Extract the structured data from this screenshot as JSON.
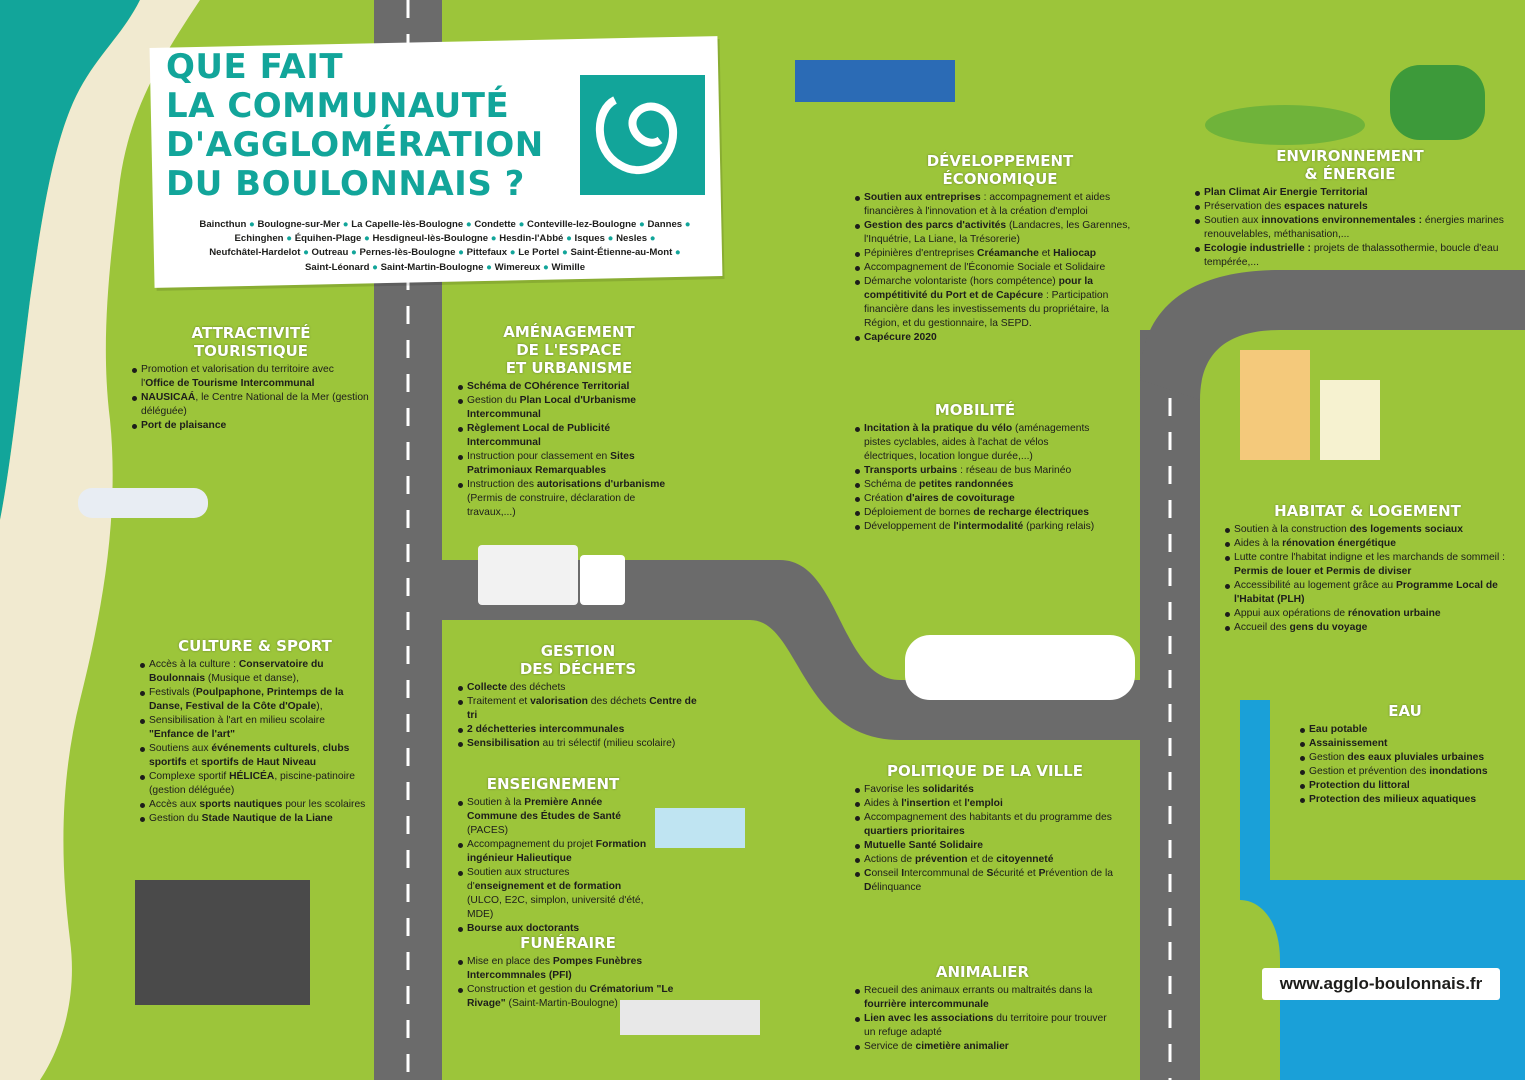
{
  "title_lines": [
    "QUE FAIT",
    "LA COMMUNAUTÉ",
    "D'AGGLOMÉRATION",
    "DU BOULONNAIS ?"
  ],
  "towns": [
    "Baincthun",
    "Boulogne-sur-Mer",
    "La Capelle-lès-Boulogne",
    "Condette",
    "Conteville-lez-Boulogne",
    "Dannes",
    "Echinghen",
    "Équihen-Plage",
    "Hesdigneul-lès-Boulogne",
    "Hesdin-l'Abbé",
    "Isques",
    "Nesles",
    "Neufchâtel-Hardelot",
    "Outreau",
    "Pernes-lès-Boulogne",
    "Pittefaux",
    "Le Portel",
    "Saint-Étienne-au-Mont",
    "Saint-Léonard",
    "Saint-Martin-Boulogne",
    "Wimereux",
    "Wimille"
  ],
  "website": "www.agglo-boulonnais.fr",
  "colors": {
    "grass": "#9cc53a",
    "teal": "#12a59a",
    "road": "#6b6b6b",
    "sand": "#f1ead0",
    "water": "#1aa0d8"
  },
  "sections": {
    "attractivite": {
      "title": [
        "ATTRACTIVITÉ",
        "TOURISTIQUE"
      ],
      "items": [
        [
          {
            "t": "Promotion et valorisation du territoire avec l'"
          },
          {
            "t": "Office de Tourisme Intercommunal",
            "b": true
          }
        ],
        [
          {
            "t": "NAUSICAÁ",
            "b": true
          },
          {
            "t": ", le Centre National de la Mer (gestion déléguée)"
          }
        ],
        [
          {
            "t": "Port de plaisance",
            "b": true
          }
        ]
      ]
    },
    "culture": {
      "title": [
        "CULTURE & SPORT"
      ],
      "items": [
        [
          {
            "t": "Accès à la culture : "
          },
          {
            "t": "Conservatoire du Boulonnais",
            "b": true
          },
          {
            "t": " (Musique et danse),"
          }
        ],
        [
          {
            "t": "Festivals ("
          },
          {
            "t": "Poulpaphone, Printemps de la Danse, Festival de la Côte d'Opale",
            "b": true
          },
          {
            "t": "),"
          }
        ],
        [
          {
            "t": "Sensibilisation à l'art en milieu scolaire "
          },
          {
            "t": "\"Enfance de l'art\"",
            "b": true
          }
        ],
        [
          {
            "t": "Soutiens aux "
          },
          {
            "t": "événements culturels",
            "b": true
          },
          {
            "t": ", "
          },
          {
            "t": "clubs sportifs",
            "b": true
          },
          {
            "t": " et "
          },
          {
            "t": "sportifs de Haut Niveau",
            "b": true
          }
        ],
        [
          {
            "t": "Complexe sportif "
          },
          {
            "t": "HÉLICÉA",
            "b": true
          },
          {
            "t": ", piscine-patinoire (gestion déléguée)"
          }
        ],
        [
          {
            "t": "Accès aux "
          },
          {
            "t": "sports nautiques",
            "b": true
          },
          {
            "t": " pour les scolaires"
          }
        ],
        [
          {
            "t": "Gestion du "
          },
          {
            "t": "Stade Nautique de la Liane",
            "b": true
          }
        ]
      ]
    },
    "amenagement": {
      "title": [
        "AMÉNAGEMENT",
        "DE L'ESPACE",
        "ET URBANISME"
      ],
      "items": [
        [
          {
            "t": "Schéma de COhérence Territorial",
            "b": true
          }
        ],
        [
          {
            "t": "Gestion du "
          },
          {
            "t": "Plan Local d'Urbanisme Intercommunal",
            "b": true
          }
        ],
        [
          {
            "t": "Règlement Local de Publicité Intercommunal",
            "b": true
          }
        ],
        [
          {
            "t": "Instruction pour classement en "
          },
          {
            "t": "Sites Patrimoniaux Remarquables",
            "b": true
          }
        ],
        [
          {
            "t": "Instruction des "
          },
          {
            "t": "autorisations d'urbanisme",
            "b": true
          },
          {
            "t": " (Permis de construire, déclaration de travaux,...)"
          }
        ]
      ]
    },
    "dechets": {
      "title": [
        "GESTION",
        "DES DÉCHETS"
      ],
      "items": [
        [
          {
            "t": "Collecte",
            "b": true
          },
          {
            "t": " des déchets"
          }
        ],
        [
          {
            "t": "Traitement et "
          },
          {
            "t": "valorisation",
            "b": true
          },
          {
            "t": " des déchets "
          },
          {
            "t": "Centre de tri",
            "b": true
          }
        ],
        [
          {
            "t": "2 déchetteries intercommunales",
            "b": true
          }
        ],
        [
          {
            "t": "Sensibilisation",
            "b": true
          },
          {
            "t": " au tri sélectif (milieu scolaire)"
          }
        ]
      ]
    },
    "enseignement": {
      "title": [
        "ENSEIGNEMENT"
      ],
      "items": [
        [
          {
            "t": "Soutien à la "
          },
          {
            "t": "Première Année Commune des Études de Santé",
            "b": true
          },
          {
            "t": " (PACES)"
          }
        ],
        [
          {
            "t": "Accompagnement du projet "
          },
          {
            "t": "Formation ingénieur Halieutique",
            "b": true
          }
        ],
        [
          {
            "t": "Soutien aux structures d'"
          },
          {
            "t": "enseignement et de formation",
            "b": true
          },
          {
            "t": " (ULCO, E2C, simplon, université d'été, MDE)"
          }
        ],
        [
          {
            "t": "Bourse aux doctorants",
            "b": true
          }
        ]
      ]
    },
    "funeraire": {
      "title": [
        "FUNÉRAIRE"
      ],
      "items": [
        [
          {
            "t": "Mise en place des "
          },
          {
            "t": "Pompes Funèbres Intercommnales (PFI)",
            "b": true
          }
        ],
        [
          {
            "t": "Construction et gestion du "
          },
          {
            "t": "Crématorium \"Le Rivage\"",
            "b": true
          },
          {
            "t": " (Saint-Martin-Boulogne)"
          }
        ]
      ]
    },
    "developpement": {
      "title": [
        "DÉVELOPPEMENT",
        "ÉCONOMIQUE"
      ],
      "items": [
        [
          {
            "t": "Soutien aux entreprises",
            "b": true
          },
          {
            "t": " : accompagnement et aides financières à l'innovation et à la création d'emploi"
          }
        ],
        [
          {
            "t": "Gestion des parcs d'activités",
            "b": true
          },
          {
            "t": " (Landacres, les Garennes, l'Inquétrie, La Liane, la Trésorerie)"
          }
        ],
        [
          {
            "t": "Pépinières d'entreprises "
          },
          {
            "t": "Créamanche",
            "b": true
          },
          {
            "t": " et "
          },
          {
            "t": "Haliocap",
            "b": true
          }
        ],
        [
          {
            "t": "Accompagnement de l'Économie Sociale et Solidaire"
          }
        ],
        [
          {
            "t": "Démarche volontariste (hors compétence) "
          },
          {
            "t": "pour la compétitivité du Port et de Capécure",
            "b": true
          },
          {
            "t": " : Participation financière dans les investissements du propriétaire, la Région, et du gestionnaire, la SEPD."
          }
        ],
        [
          {
            "t": "Capécure 2020",
            "b": true
          }
        ]
      ]
    },
    "mobilite": {
      "title": [
        "MOBILITÉ"
      ],
      "items": [
        [
          {
            "t": "Incitation à la pratique du vélo",
            "b": true
          },
          {
            "t": " (aménagements pistes cyclables, aides à l'achat de vélos électriques, location longue durée,...)"
          }
        ],
        [
          {
            "t": "Transports urbains",
            "b": true
          },
          {
            "t": " : réseau de bus Marinéo"
          }
        ],
        [
          {
            "t": "Schéma de "
          },
          {
            "t": "petites randonnées",
            "b": true
          }
        ],
        [
          {
            "t": "Création "
          },
          {
            "t": "d'aires de covoiturage",
            "b": true
          }
        ],
        [
          {
            "t": "Déploiement de bornes "
          },
          {
            "t": "de recharge électriques",
            "b": true
          }
        ],
        [
          {
            "t": "Développement de "
          },
          {
            "t": "l'intermodalité",
            "b": true
          },
          {
            "t": " (parking relais)"
          }
        ]
      ]
    },
    "politique": {
      "title": [
        "POLITIQUE DE LA VILLE"
      ],
      "items": [
        [
          {
            "t": "Favorise les "
          },
          {
            "t": "solidarités",
            "b": true
          }
        ],
        [
          {
            "t": "Aides à "
          },
          {
            "t": "l'insertion",
            "b": true
          },
          {
            "t": " et "
          },
          {
            "t": "l'emploi",
            "b": true
          }
        ],
        [
          {
            "t": "Accompagnement des habitants et du programme des "
          },
          {
            "t": "quartiers prioritaires",
            "b": true
          }
        ],
        [
          {
            "t": "Mutuelle Santé Solidaire",
            "b": true
          }
        ],
        [
          {
            "t": "Actions de "
          },
          {
            "t": "prévention",
            "b": true
          },
          {
            "t": " et de "
          },
          {
            "t": "citoyenneté",
            "b": true
          }
        ],
        [
          {
            "t": "C",
            "b": true
          },
          {
            "t": "onseil "
          },
          {
            "t": "I",
            "b": true
          },
          {
            "t": "ntercommunal de "
          },
          {
            "t": "S",
            "b": true
          },
          {
            "t": "écurité et "
          },
          {
            "t": "P",
            "b": true
          },
          {
            "t": "révention de la "
          },
          {
            "t": "D",
            "b": true
          },
          {
            "t": "élinquance"
          }
        ]
      ]
    },
    "animalier": {
      "title": [
        "ANIMALIER"
      ],
      "items": [
        [
          {
            "t": "Recueil des animaux errants ou maltraités dans la "
          },
          {
            "t": "fourrière intercommunale",
            "b": true
          }
        ],
        [
          {
            "t": "Lien avec les associations",
            "b": true
          },
          {
            "t": " du territoire pour trouver un refuge adapté"
          }
        ],
        [
          {
            "t": "Service de "
          },
          {
            "t": "cimetière animalier",
            "b": true
          }
        ]
      ]
    },
    "environnement": {
      "title": [
        "ENVIRONNEMENT",
        "& ÉNERGIE"
      ],
      "items": [
        [
          {
            "t": "Plan Climat Air Energie Territorial",
            "b": true
          }
        ],
        [
          {
            "t": "Préservation des "
          },
          {
            "t": "espaces naturels",
            "b": true
          }
        ],
        [
          {
            "t": "Soutien aux "
          },
          {
            "t": "innovations environnementales :",
            "b": true
          },
          {
            "t": " énergies marines renouvelables, méthanisation,..."
          }
        ],
        [
          {
            "t": "Ecologie industrielle :",
            "b": true
          },
          {
            "t": " projets de thalassothermie, boucle d'eau tempérée,..."
          }
        ]
      ]
    },
    "habitat": {
      "title": [
        "HABITAT & LOGEMENT"
      ],
      "items": [
        [
          {
            "t": "Soutien à la construction "
          },
          {
            "t": "des logements sociaux",
            "b": true
          }
        ],
        [
          {
            "t": "Aides à la "
          },
          {
            "t": "rénovation énergétique",
            "b": true
          }
        ],
        [
          {
            "t": "Lutte contre l'habitat indigne et les marchands de sommeil : "
          },
          {
            "t": "Permis de louer et Permis de diviser",
            "b": true
          }
        ],
        [
          {
            "t": "Accessibilité au logement grâce au "
          },
          {
            "t": "Programme Local de l'Habitat (PLH)",
            "b": true
          }
        ],
        [
          {
            "t": "Appui aux opérations de "
          },
          {
            "t": "rénovation urbaine",
            "b": true
          }
        ],
        [
          {
            "t": "Accueil des "
          },
          {
            "t": "gens du voyage",
            "b": true
          }
        ]
      ]
    },
    "eau": {
      "title": [
        "EAU"
      ],
      "items": [
        [
          {
            "t": "Eau potable",
            "b": true
          }
        ],
        [
          {
            "t": "Assainissement",
            "b": true
          }
        ],
        [
          {
            "t": "Gestion "
          },
          {
            "t": "des eaux pluviales urbaines",
            "b": true
          }
        ],
        [
          {
            "t": "Gestion et prévention des "
          },
          {
            "t": "inondations",
            "b": true
          }
        ],
        [
          {
            "t": "Protection du littoral",
            "b": true
          }
        ],
        [
          {
            "t": "Protection des milieux aquatiques",
            "b": true
          }
        ]
      ]
    }
  }
}
